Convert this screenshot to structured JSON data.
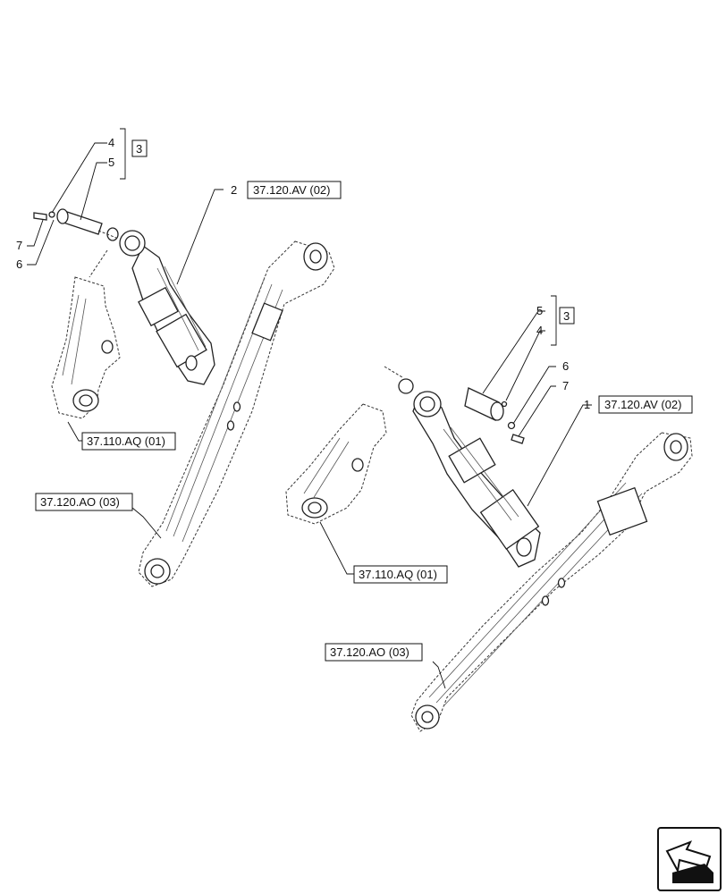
{
  "callouts": {
    "c1": "1",
    "c2": "2",
    "c4_left": "4",
    "c5_left": "5",
    "c6_left": "6",
    "c7_left": "7",
    "c4_right": "4",
    "c5_right": "5",
    "c6_right": "6",
    "c7_right": "7"
  },
  "group_boxes": {
    "left": "3",
    "right": "3"
  },
  "references": {
    "av_left": "37.120.AV (02)",
    "av_right": "37.120.AV (02)",
    "aq_left": "37.110.AQ (01)",
    "aq_right": "37.110.AQ (01)",
    "ao_left": "37.120.AO (03)",
    "ao_right": "37.120.AO (03)"
  },
  "icon": "navigation-arrow-icon"
}
